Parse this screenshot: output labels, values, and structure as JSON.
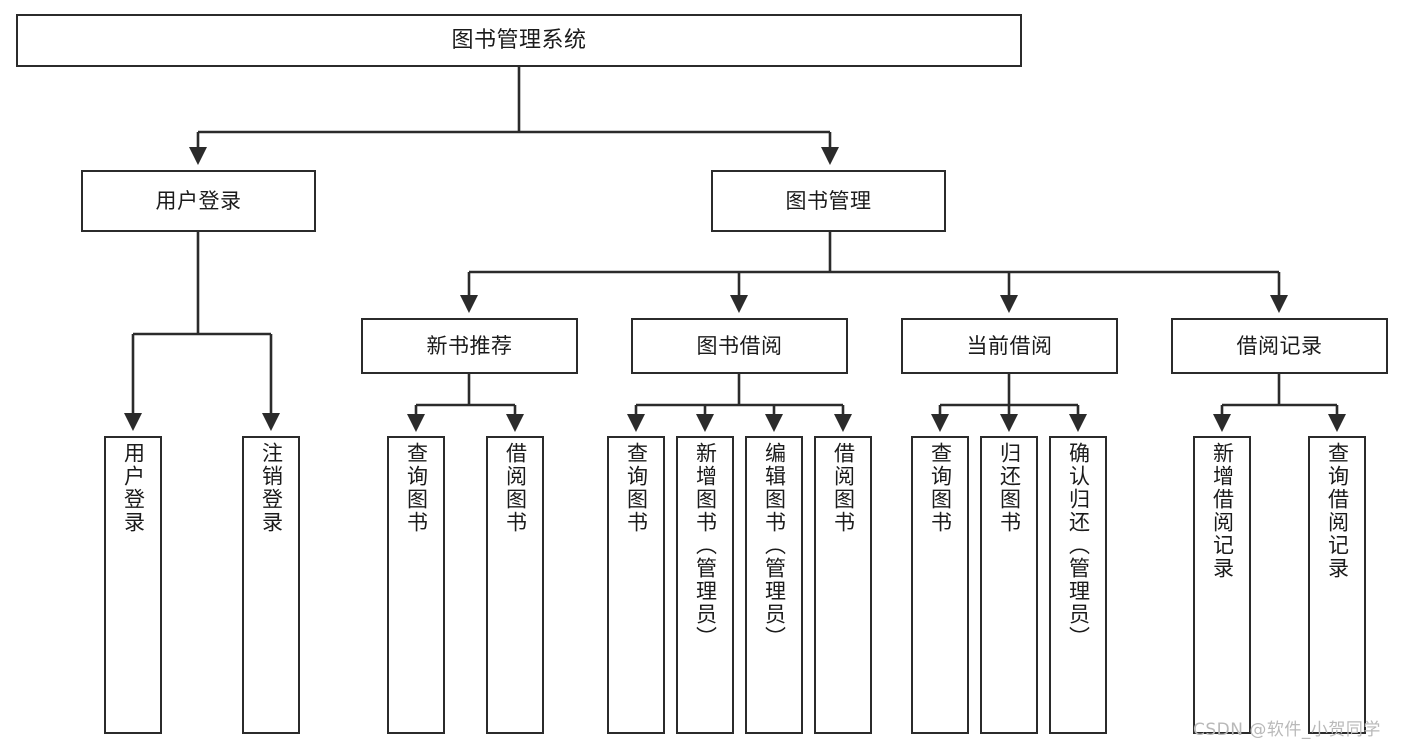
{
  "diagram": {
    "title": "图书管理系统",
    "type": "tree",
    "colors": {
      "box_border": "#2b2b2b",
      "box_fill": "#ffffff",
      "connector": "#2b2b2b",
      "watermark": "#b9b9b9",
      "background": "#ffffff"
    },
    "root": {
      "label": "图书管理系统"
    },
    "level2": [
      {
        "label": "用户登录"
      },
      {
        "label": "图书管理"
      }
    ],
    "level3": [
      {
        "label": "新书推荐"
      },
      {
        "label": "图书借阅"
      },
      {
        "label": "当前借阅"
      },
      {
        "label": "借阅记录"
      }
    ],
    "leaves": {
      "user_login": [
        {
          "label": "用户登录"
        },
        {
          "label": "注销登录"
        }
      ],
      "new_book": [
        {
          "label": "查询图书"
        },
        {
          "label": "借阅图书"
        }
      ],
      "book_borrow": [
        {
          "label": "查询图书"
        },
        {
          "label": "新增图书（管理员）"
        },
        {
          "label": "编辑图书（管理员）"
        },
        {
          "label": "借阅图书"
        }
      ],
      "current_borrow": [
        {
          "label": "查询图书"
        },
        {
          "label": "归还图书"
        },
        {
          "label": "确认归还（管理员）"
        }
      ],
      "borrow_record": [
        {
          "label": "新增借阅记录"
        },
        {
          "label": "查询借阅记录"
        }
      ]
    }
  },
  "watermark": {
    "text": "CSDN @软件_小贺同学"
  }
}
